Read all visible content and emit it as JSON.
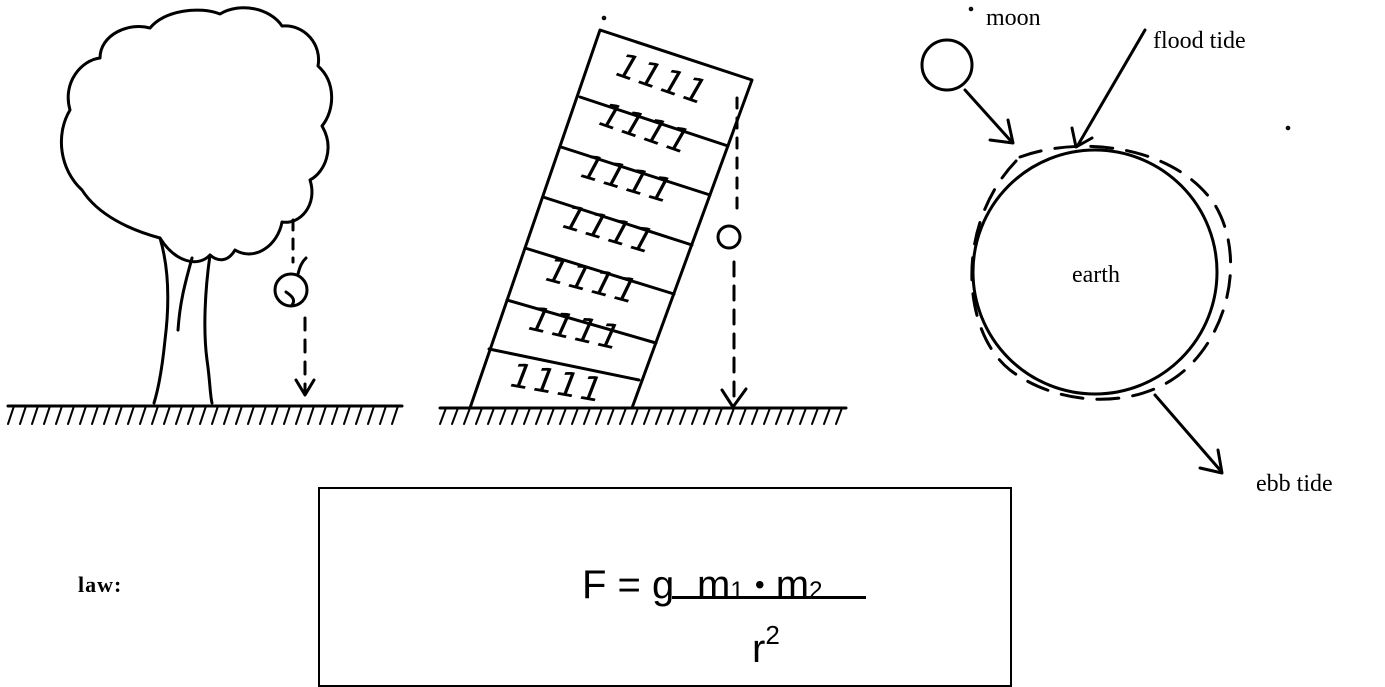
{
  "labels": {
    "moon": "moon",
    "flood_tide": "flood tide",
    "earth": "earth",
    "ebb_tide": "ebb tide",
    "law": "law:"
  },
  "formula": {
    "lhs": "F = g",
    "m1": "m",
    "sub1": "1",
    "dot": "•",
    "m2": "m",
    "sub2": "2",
    "r": "r",
    "exp": "2"
  },
  "tower_glyphs": "1111"
}
